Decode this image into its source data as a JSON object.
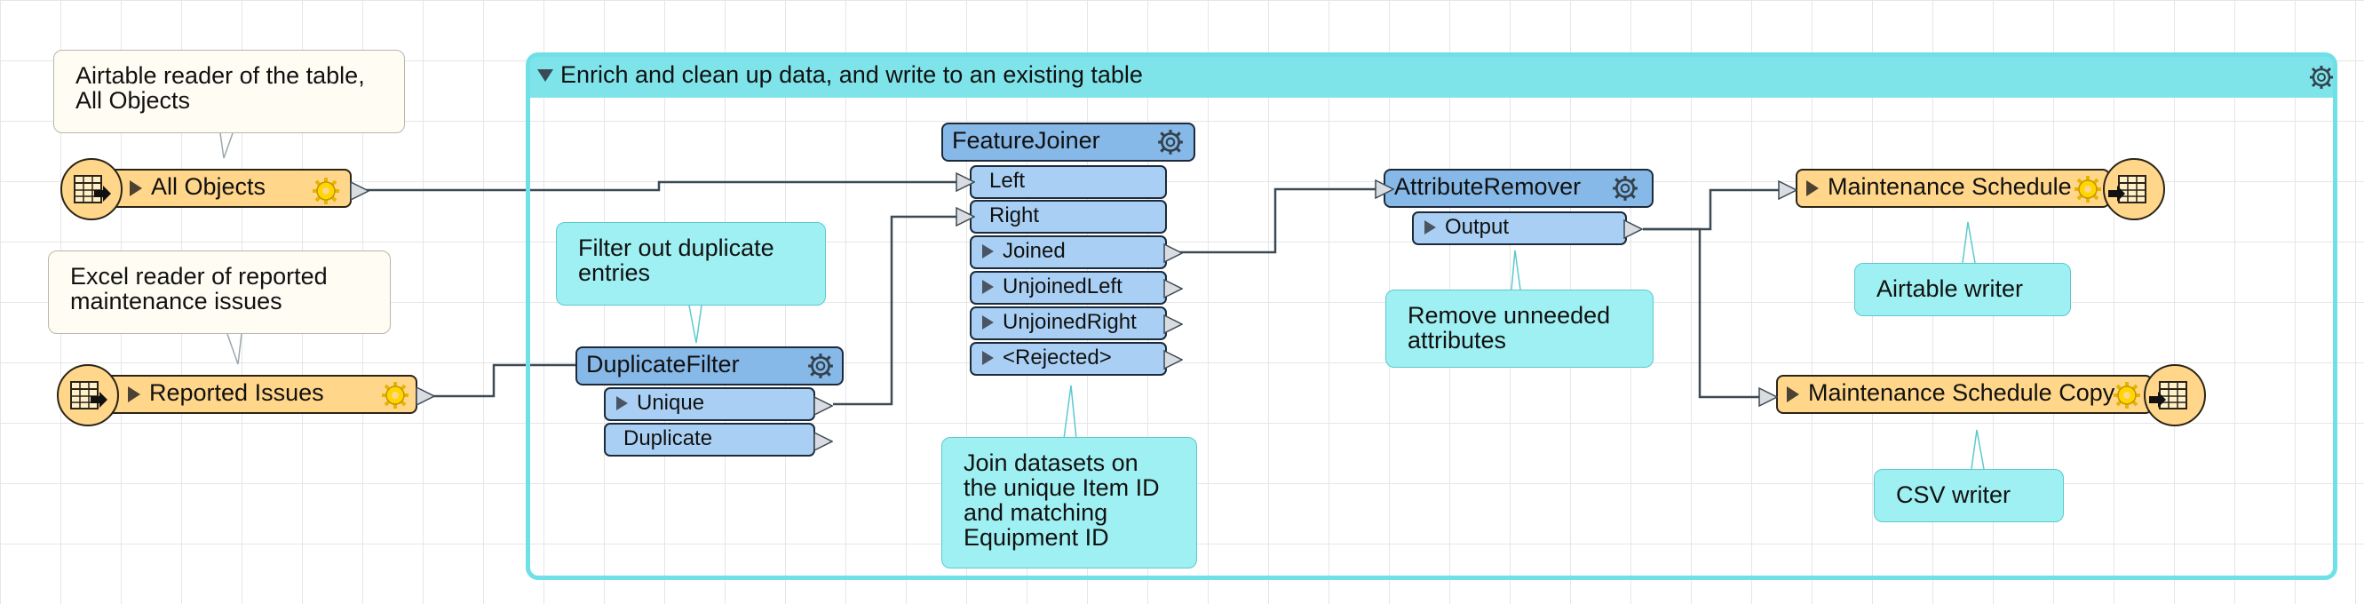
{
  "bookmark": {
    "title": "Enrich and clean up data, and write to an existing table"
  },
  "annotations": {
    "airtable_reader": "Airtable reader of the table,\nAll Objects",
    "excel_reader": "Excel reader of reported\nmaintenance issues",
    "filter_dupes": "Filter out duplicate\nentries",
    "join_datasets": "Join datasets on\nthe unique Item ID\nand matching\nEquipment ID",
    "remove_attrs": "Remove unneeded\nattributes",
    "airtable_writer": "Airtable writer",
    "csv_writer": "CSV writer"
  },
  "readers": {
    "all_objects": "All Objects",
    "reported_issues": "Reported Issues"
  },
  "writers": {
    "maintenance_schedule": "Maintenance Schedule",
    "maintenance_schedule_copy": "Maintenance Schedule Copy"
  },
  "transformers": {
    "duplicate_filter": {
      "name": "DuplicateFilter",
      "outputs": [
        "Unique",
        "Duplicate"
      ]
    },
    "feature_joiner": {
      "name": "FeatureJoiner",
      "inputs": [
        "Left",
        "Right"
      ],
      "outputs": [
        "Joined",
        "UnjoinedLeft",
        "UnjoinedRight",
        "<Rejected>"
      ]
    },
    "attribute_remover": {
      "name": "AttributeRemover",
      "outputs": [
        "Output"
      ]
    }
  },
  "colors": {
    "reader_writer": "#ffd68a",
    "transformer_header": "#86b8e8",
    "transformer_port": "#a9d0f4",
    "bookmark": "#7ee4ea",
    "annotation_cyan": "#9ff0f2",
    "annotation_cream": "#fffdf3"
  }
}
